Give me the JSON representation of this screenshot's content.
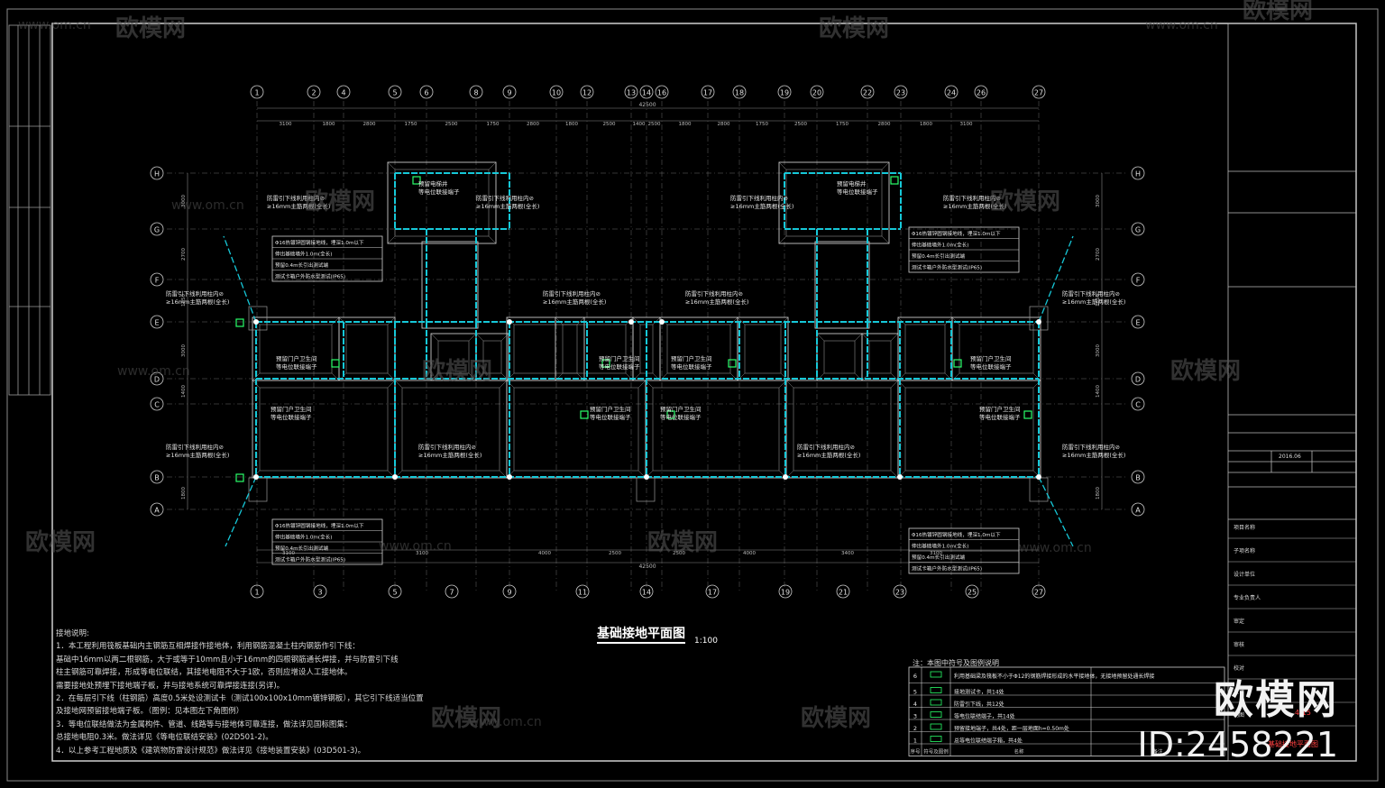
{
  "drawing": {
    "title": "基础接地平面图",
    "scale": "1:100",
    "total_dim_top": "42500",
    "total_dim_bottom": "42500"
  },
  "grid": {
    "top_axes": [
      "1",
      "2",
      "4",
      "5",
      "6",
      "8",
      "9",
      "10",
      "12",
      "13",
      "14",
      "16",
      "17",
      "18",
      "19",
      "20",
      "22",
      "23",
      "24",
      "26",
      "27"
    ],
    "bottom_axes": [
      "1",
      "3",
      "5",
      "7",
      "9",
      "11",
      "14",
      "17",
      "19",
      "21",
      "23",
      "25",
      "27"
    ],
    "row_axes": [
      "H",
      "G",
      "F",
      "E",
      "D",
      "C",
      "B",
      "A"
    ],
    "top_dims": [
      "3100",
      "1800",
      "2800",
      "1750",
      "2500",
      "1750",
      "2800",
      "1800",
      "2500",
      "1400",
      "2500",
      "1800",
      "2800",
      "1750",
      "2500",
      "1750",
      "2800",
      "1800",
      "3100"
    ],
    "bottom_dims": [
      "3100",
      "3100",
      "4000",
      "2500",
      "2500",
      "4000",
      "3400",
      "3100"
    ],
    "left_dims": [
      "3000",
      "2700",
      "1850",
      "3000",
      "1400",
      "1800"
    ],
    "right_dims": [
      "3000",
      "2700",
      "1850",
      "3000",
      "1400",
      "1800"
    ]
  },
  "labels": {
    "downlead": "防雷引下线利用柱内⊘",
    "downlead2": "≥16mm主筋两根(全长)",
    "test_box_1": "预留门户卫生间",
    "test_box_2": "等电位联接端子",
    "pit_1": "预留电梯井",
    "pit_2": "等电位联接端子",
    "conn_1": "Φ16热镀锌圆钢接地线，埋深1.0m以下",
    "conn_2": "伸出基础墙外1.0m(全长)",
    "conn_3": "预留0.4m长引出测试端",
    "conn_4": "测试卡箱户外防水型测试(IP65)"
  },
  "notes": {
    "heading": "接地说明:",
    "lines": [
      "1．本工程利用筏板基础内主钢筋互相焊接作接地体，利用钢筋混凝土柱内钢筋作引下线：",
      "基础中16mm以两二根钢筋，大于或等于10mm且小于16mm的四根钢筋通长焊接，并与防雷引下线",
      "柱主钢筋可靠焊接，形成等电位联结，其接地电阻不大于1欧，否则应增设人工接地体。",
      "需要接地处预埋下接地端子板，并与接地系统可靠焊接连接(另详)。",
      "2．在每层引下线（柱钢筋）高度0.5米处设测试卡（测试100x100x10mm镀锌钢板），其它引下线适当位置",
      "及接地网预留接地端子板。（图例：见本图左下角图例）",
      "3．等电位联结做法为金属构件、管道、线路等与接地体可靠连接，做法详见国标图集：",
      "总接地电阻0.3米。做法详见《等电位联结安装》(02D501-2)。",
      "4．以上参考工程地质及《建筑物防雷设计规范》做法详见《接地装置安装》(03D501-3)。"
    ]
  },
  "legend": {
    "intro": "注：本图中符号及图例说明",
    "header_no": "序号",
    "header_symbol": "符号及图例",
    "header_name": "名称",
    "header_remark": "备注",
    "rows": [
      {
        "no": "6",
        "text": "利用基础梁及筏板不小于Φ12的钢筋焊接形成的水平接地体，无接地预留处通长焊接"
      },
      {
        "no": "5",
        "text": "接地测试卡，共14处"
      },
      {
        "no": "4",
        "text": "防雷引下线，共12处"
      },
      {
        "no": "3",
        "text": "等电位联结端子，共14处"
      },
      {
        "no": "2",
        "text": "预留接地端子，共4处，距一层地面h=0.50m处"
      },
      {
        "no": "1",
        "text": "总等电位联结端子箱，共4处"
      }
    ]
  },
  "titleblock": {
    "date": "2016.06",
    "sheet": "4/15",
    "drawing_name": "基础接地平面图",
    "rows": [
      "项目名称",
      "子项名称",
      "设计单位",
      "专业负责人",
      "审定",
      "审核",
      "校对",
      "设计",
      "制图"
    ]
  },
  "watermark": {
    "brand": "欧模网",
    "url": "www.om.cn",
    "id": "ID:2458221"
  },
  "colors": {
    "background": "#000000",
    "line": "#c8c8c8",
    "grounding": "#16c8d8",
    "ground_accent": "#2aff6a",
    "text": "#e6e6e6",
    "sheet_number": "#ff4040"
  }
}
